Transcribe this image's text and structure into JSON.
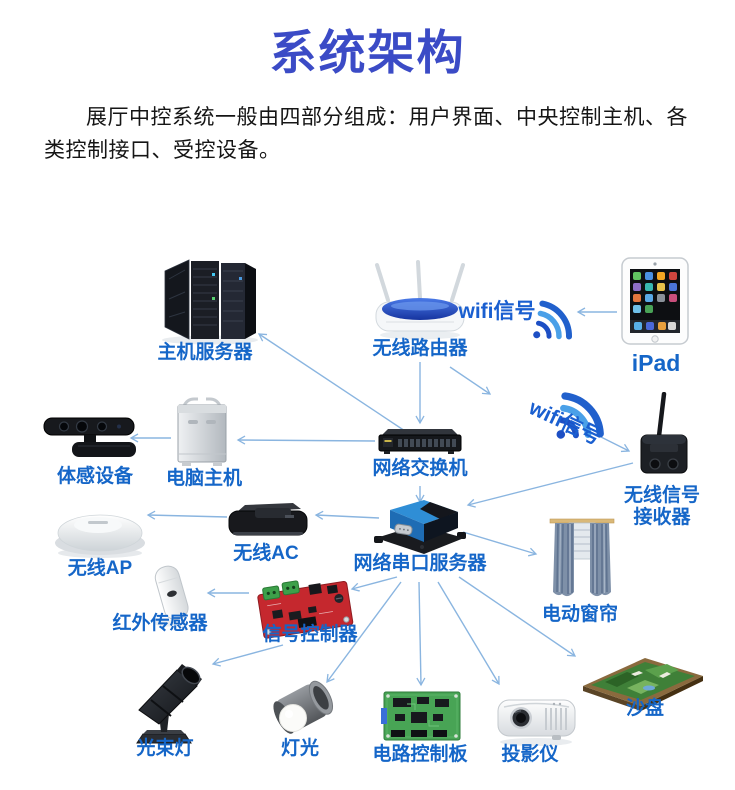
{
  "title": "系统架构",
  "intro": "展厅中控系统一般由四部分组成：用户界面、中央控制主机、各类控制接口、受控设备。",
  "colors": {
    "title_blue": "#3b4bc6",
    "label_blue": "#1566c8",
    "arrow_blue": "#8ab5e0",
    "wifi_dark_blue": "#1d4fc4",
    "wifi_light_blue": "#4aa0e8"
  },
  "nodes": {
    "host_server": {
      "label": "主机服务器"
    },
    "wireless_router": {
      "label": "无线路由器"
    },
    "wifi_signal_top": {
      "label": "wifi信号"
    },
    "ipad": {
      "label": "iPad"
    },
    "wifi_signal_mid": {
      "label": "wifi信号"
    },
    "motion_device": {
      "label": "体感设备"
    },
    "computer_host": {
      "label": "电脑主机"
    },
    "network_switch": {
      "label": "网络交换机"
    },
    "wireless_receiver": {
      "label_line1": "无线信号",
      "label_line2": "接收器"
    },
    "wireless_ap": {
      "label": "无线AP"
    },
    "wireless_ac": {
      "label": "无线AC"
    },
    "serial_server": {
      "label": "网络串口服务器"
    },
    "electric_curtain": {
      "label": "电动窗帘"
    },
    "ir_sensor": {
      "label": "红外传感器"
    },
    "signal_controller": {
      "label": "信号控制器"
    },
    "beam_light": {
      "label": "光束灯"
    },
    "light": {
      "label": "灯光"
    },
    "circuit_board": {
      "label": "电路控制板"
    },
    "projector": {
      "label": "投影仪"
    },
    "sand_table": {
      "label": "沙盘"
    }
  },
  "connections": [
    {
      "from": "network_switch",
      "to": "host_server"
    },
    {
      "from": "wireless_router",
      "to": "network_switch"
    },
    {
      "from": "wireless_router",
      "to": "wifi_signal_mid"
    },
    {
      "from": "ipad",
      "to": "wifi_signal_top"
    },
    {
      "from": "wifi_signal_mid",
      "to": "wireless_receiver"
    },
    {
      "from": "network_switch",
      "to": "computer_host"
    },
    {
      "from": "computer_host",
      "to": "motion_device"
    },
    {
      "from": "network_switch",
      "to": "serial_server"
    },
    {
      "from": "wireless_receiver",
      "to": "serial_server"
    },
    {
      "from": "serial_server",
      "to": "wireless_ac"
    },
    {
      "from": "wireless_ac",
      "to": "wireless_ap"
    },
    {
      "from": "serial_server",
      "to": "electric_curtain"
    },
    {
      "from": "serial_server",
      "to": "signal_controller"
    },
    {
      "from": "signal_controller",
      "to": "ir_sensor"
    },
    {
      "from": "signal_controller",
      "to": "beam_light"
    },
    {
      "from": "serial_server",
      "to": "light"
    },
    {
      "from": "serial_server",
      "to": "circuit_board"
    },
    {
      "from": "serial_server",
      "to": "projector"
    },
    {
      "from": "serial_server",
      "to": "sand_table"
    }
  ]
}
